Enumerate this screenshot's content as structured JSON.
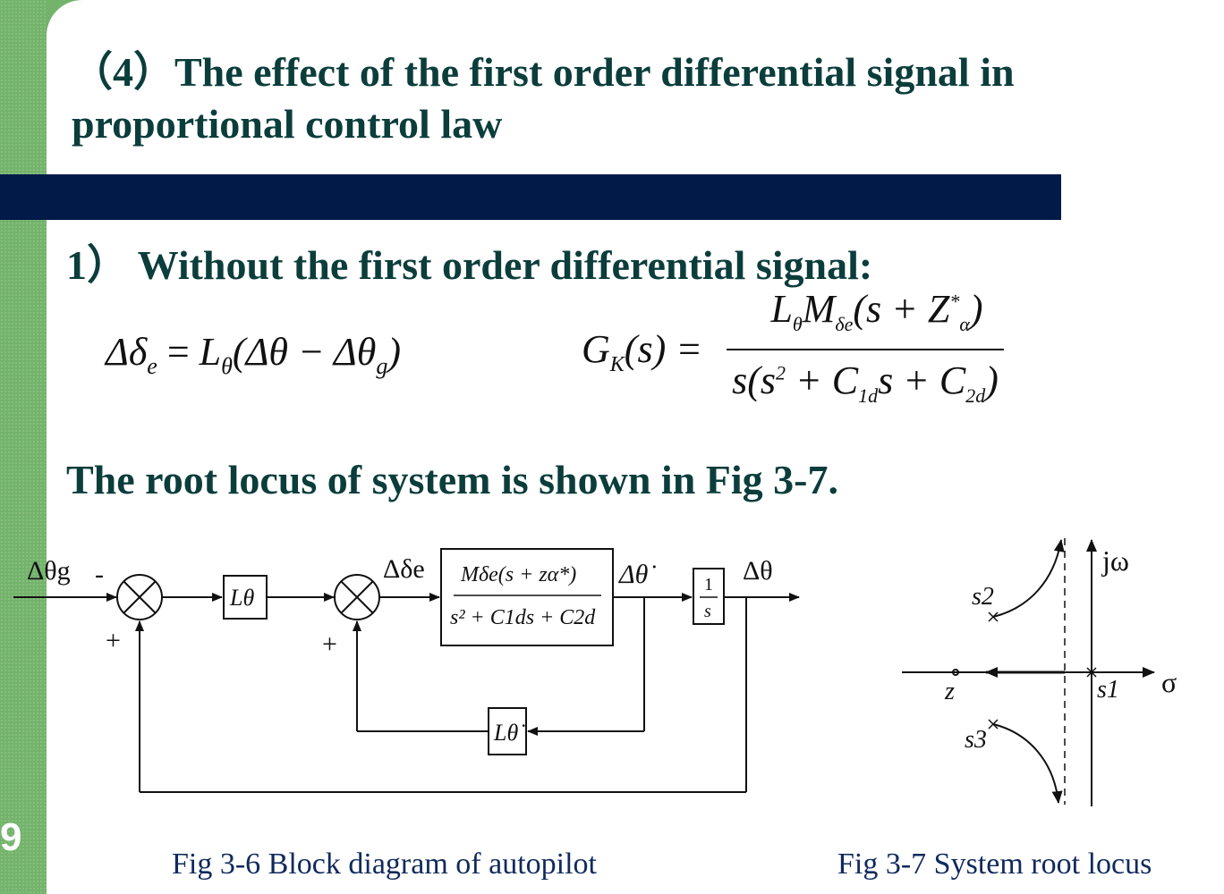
{
  "slide": {
    "page_number": "9",
    "title": "（4）The effect of the first order differential signal in proportional control law",
    "subheading": "1） Without the first order differential signal:",
    "statement": "The root locus of system is shown in Fig 3-7."
  },
  "equations": {
    "control_law": {
      "lhs": "Δδ",
      "lhs_sub": "e",
      "eq": " = ",
      "gain": "L",
      "gain_sub": "θ",
      "rhs": "(Δθ − Δθ",
      "rhs_sub": "g",
      "close": ")"
    },
    "transfer_function": {
      "lhs": "G",
      "lhs_sub": "K",
      "lhs_arg": "(s) =",
      "numerator": "L",
      "num_sub1": "θ",
      "num_mid": "M",
      "num_sub2": "δe",
      "num_tail": "(s + Z",
      "num_sup": "*",
      "num_sub3": "α",
      "num_close": ")",
      "den_head": "s(s",
      "den_sup": "2",
      "den_mid": " + C",
      "den_sub1": "1d",
      "den_mid2": "s + C",
      "den_sub2": "2d",
      "den_close": ")"
    }
  },
  "block_diagram": {
    "input": "Δθg",
    "minus": "-",
    "plus1": "+",
    "plus2": "+",
    "gain": "Lθ",
    "signal": "Δδe",
    "plant_num": "Mδe(s + zα*)",
    "plant_den": "s² + C1ds + C2d",
    "rate_out": "Δθ̇",
    "integrator_num": "1",
    "integrator_den": "s",
    "output": "Δθ",
    "rate_gain": "Lθ̇"
  },
  "root_locus": {
    "imag_axis": "jω",
    "real_axis": "σ",
    "zero": "z",
    "pole1": "s1",
    "pole2": "s2",
    "pole3": "s3"
  },
  "captions": {
    "fig6": "Fig 3-6 Block diagram of autopilot",
    "fig7": "Fig 3-7 System root locus"
  }
}
